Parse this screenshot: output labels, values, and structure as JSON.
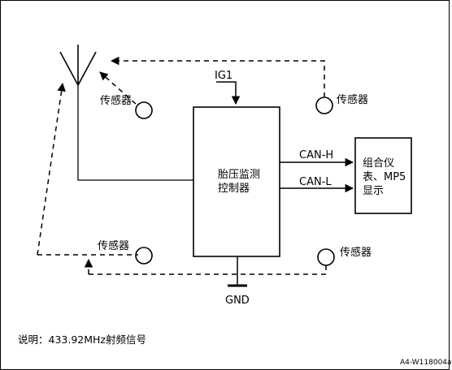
{
  "controller": {
    "line1": "胎压监测",
    "line2": "控制器"
  },
  "display": {
    "line1": "组合仪",
    "line2": "表、MP5",
    "line3": "显示"
  },
  "signals": {
    "ig": "IG1",
    "gnd": "GND",
    "can_h": "CAN-H",
    "can_l": "CAN-L"
  },
  "sensors": {
    "top_left": "传感器",
    "top_right": "传感器",
    "bottom_left": "传感器",
    "bottom_right": "传感器"
  },
  "note": "说明：433.92MHz射频信号",
  "figure_code": "A4-W118004a"
}
